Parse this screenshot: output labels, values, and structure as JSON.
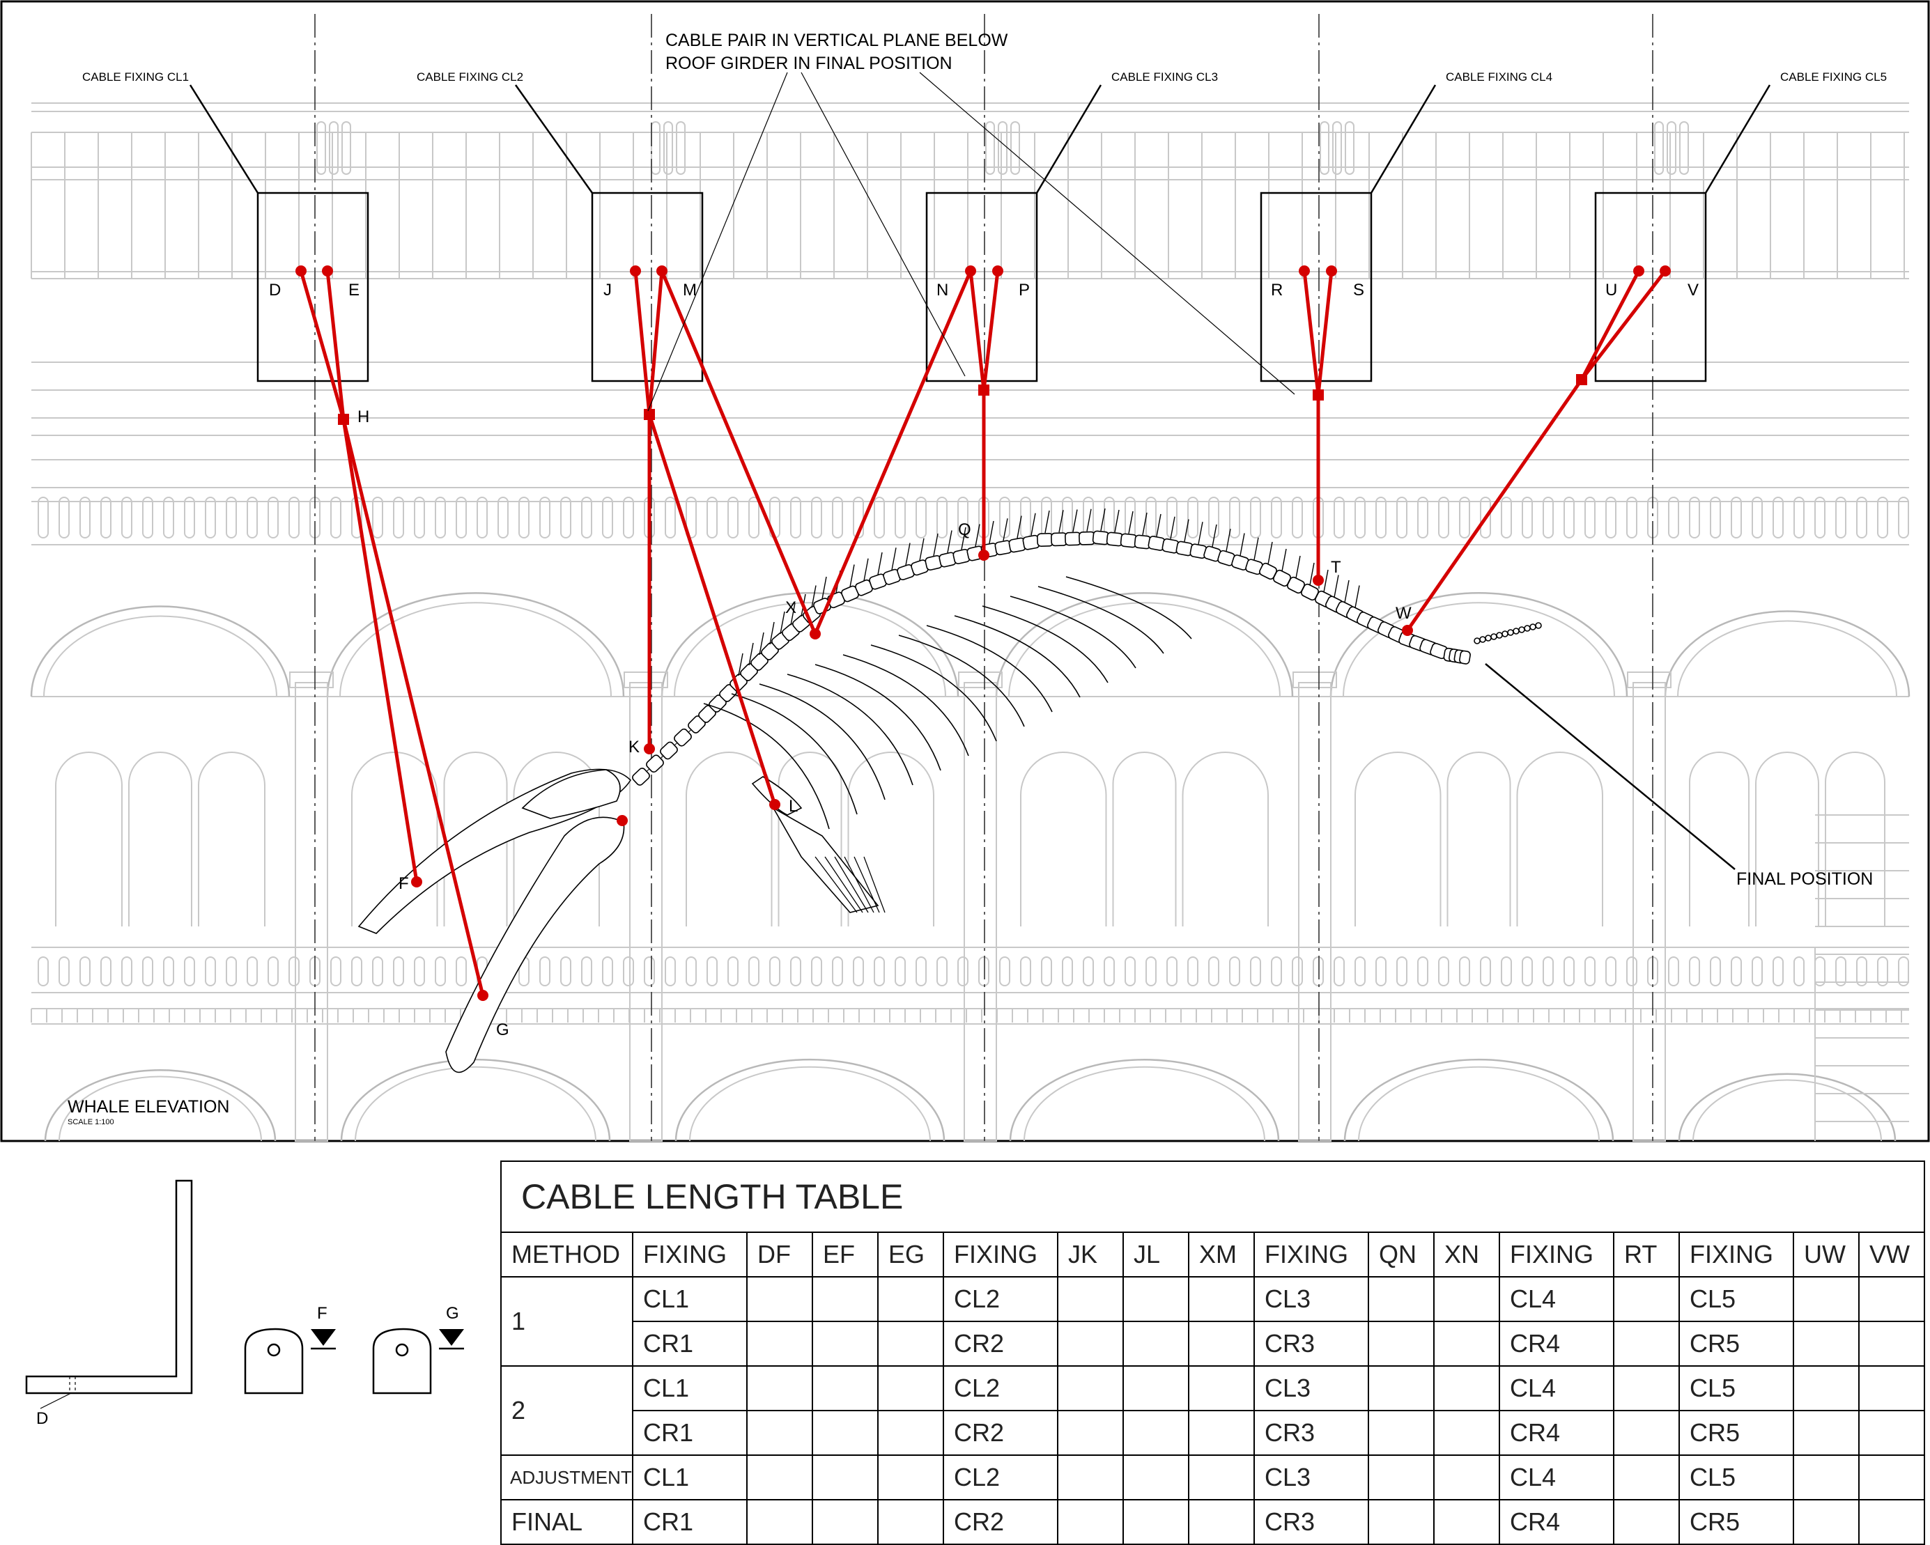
{
  "drawing": {
    "view_title": "WHALE ELEVATION",
    "view_scale": "SCALE 1:100",
    "annotations": {
      "cable_pair": [
        "CABLE PAIR IN VERTICAL PLANE BELOW",
        "ROOF GIRDER IN FINAL POSITION"
      ],
      "final_position": "FINAL POSITION"
    },
    "fixings": [
      {
        "label": "CABLE FIXING CL1",
        "points": [
          "D",
          "E"
        ]
      },
      {
        "label": "CABLE FIXING CL2",
        "points": [
          "J",
          "M"
        ]
      },
      {
        "label": "CABLE FIXING CL3",
        "points": [
          "N",
          "P"
        ]
      },
      {
        "label": "CABLE FIXING CL4",
        "points": [
          "R",
          "S"
        ]
      },
      {
        "label": "CABLE FIXING CL5",
        "points": [
          "U",
          "V"
        ]
      }
    ],
    "junctions": [
      "H",
      "Q",
      "T"
    ],
    "attachment_points": [
      "F",
      "G",
      "K",
      "L",
      "X",
      "W"
    ],
    "detail_labels": {
      "plate": "D",
      "lug_f": "F",
      "lug_g": "G"
    },
    "colors": {
      "cable": "#d40000",
      "background_architecture": "#c8c8c8",
      "linework": "#000000"
    }
  },
  "table": {
    "title": "CABLE LENGTH TABLE",
    "headers": [
      "METHOD",
      "FIXING",
      "DF",
      "EF",
      "EG",
      "FIXING",
      "JK",
      "JL",
      "XM",
      "FIXING",
      "QN",
      "XN",
      "FIXING",
      "RT",
      "FIXING",
      "UW",
      "VW"
    ],
    "rows": [
      {
        "method": "1",
        "fixings": [
          "CL1",
          "CL2",
          "CL3",
          "CL4",
          "CL5"
        ]
      },
      {
        "method": "",
        "fixings": [
          "CR1",
          "CR2",
          "CR3",
          "CR4",
          "CR5"
        ]
      },
      {
        "method": "2",
        "fixings": [
          "CL1",
          "CL2",
          "CL3",
          "CL4",
          "CL5"
        ]
      },
      {
        "method": "",
        "fixings": [
          "CR1",
          "CR2",
          "CR3",
          "CR4",
          "CR5"
        ]
      },
      {
        "method": "ADJUSTMENT",
        "fixings": [
          "CL1",
          "CL2",
          "CL3",
          "CL4",
          "CL5"
        ]
      },
      {
        "method": "FINAL",
        "fixings": [
          "CR1",
          "CR2",
          "CR3",
          "CR4",
          "CR5"
        ]
      }
    ]
  }
}
